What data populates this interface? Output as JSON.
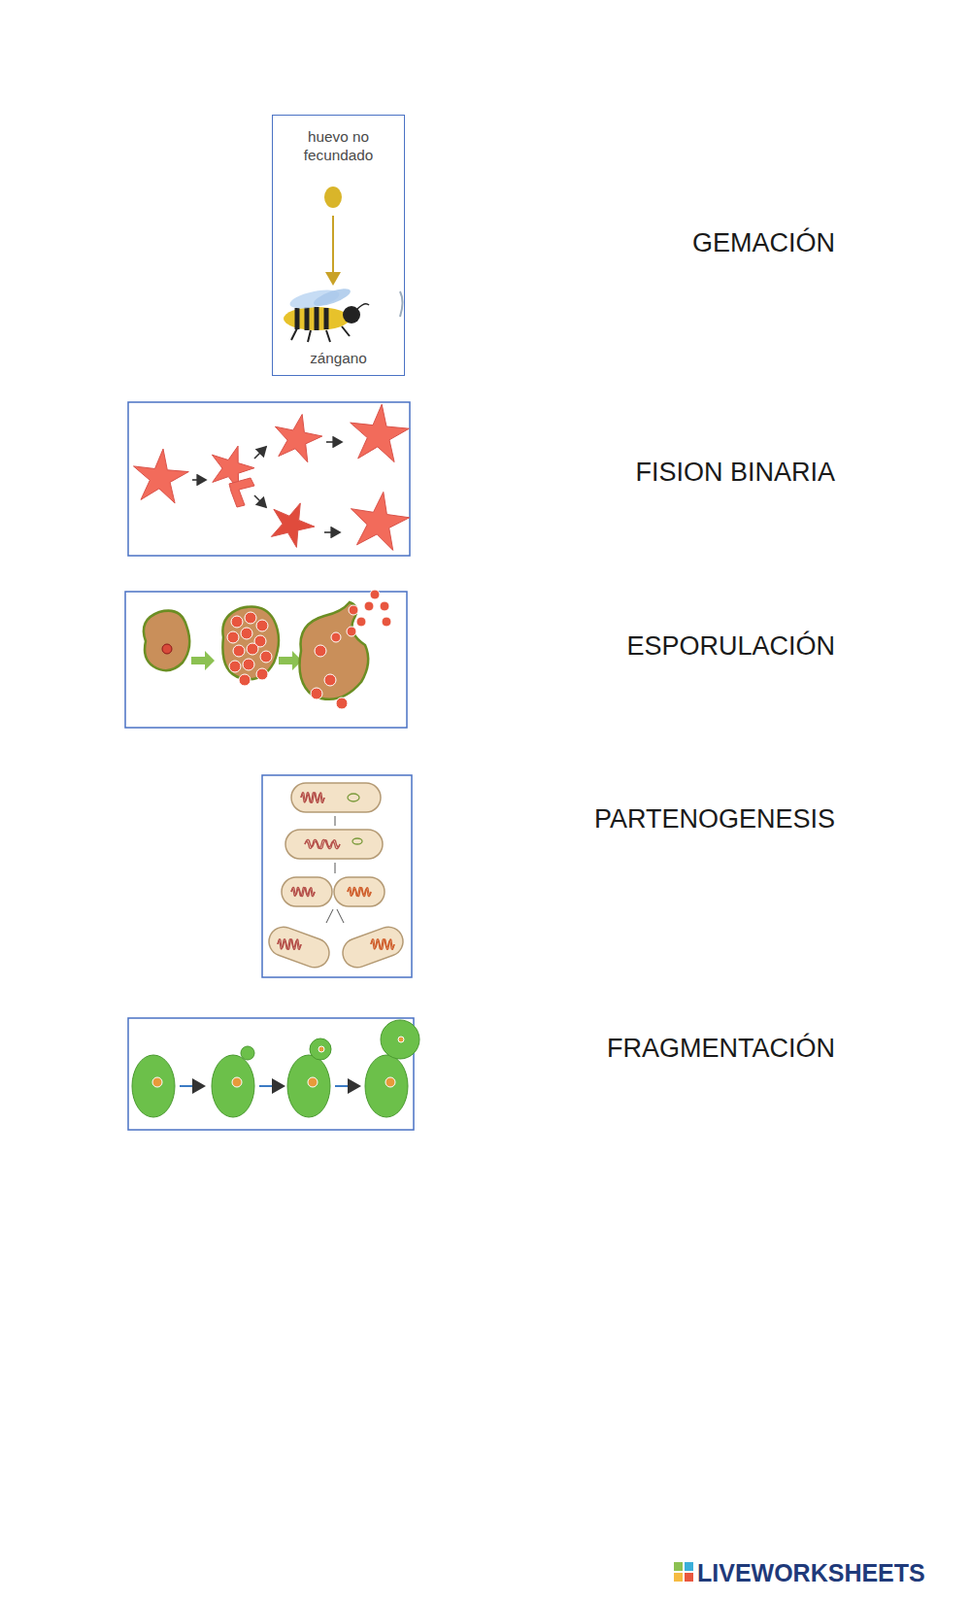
{
  "diagram": {
    "nodes": [
      {
        "text": [
          "huevo no fecundado",
          "zángano"
        ]
      }
    ],
    "labels": [
      "GEMACIÓN",
      "FISION BINARIA",
      "ESPORULACIÓN",
      "PARTENOGENESIS",
      "FRAGMENTACIÓN",
      "LIVEWORKSHEETS"
    ]
  }
}
